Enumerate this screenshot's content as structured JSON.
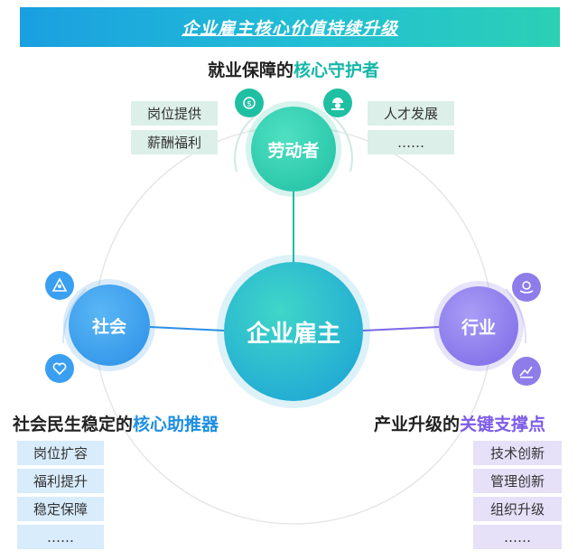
{
  "title": "企业雇主核心价值持续升级",
  "top": {
    "heading_prefix": "就业保障的",
    "heading_highlight": "核心守护者",
    "node": "劳动者",
    "left_tags": [
      "岗位提供",
      "薪酬福利"
    ],
    "right_tags": [
      "人才发展",
      "……"
    ],
    "icons": [
      "money-head-icon",
      "worker-helmet-icon"
    ]
  },
  "center": {
    "node": "企业雇主"
  },
  "left": {
    "node": "社会",
    "heading_prefix": "社会民生稳定的",
    "heading_highlight": "核心助推器",
    "tags": [
      "岗位扩容",
      "福利提升",
      "稳定保障",
      "……"
    ],
    "icons": [
      "community-icon",
      "heart-icon"
    ]
  },
  "right": {
    "node": "行业",
    "heading_prefix": "产业升级的",
    "heading_highlight": "关键支撑点",
    "tags": [
      "技术创新",
      "管理创新",
      "组织升级",
      "……"
    ],
    "icons": [
      "hand-coin-icon",
      "growth-chart-icon"
    ]
  },
  "colors": {
    "teal": "#14b7a8",
    "blue": "#1d8fe0",
    "purple": "#7d5be8"
  }
}
